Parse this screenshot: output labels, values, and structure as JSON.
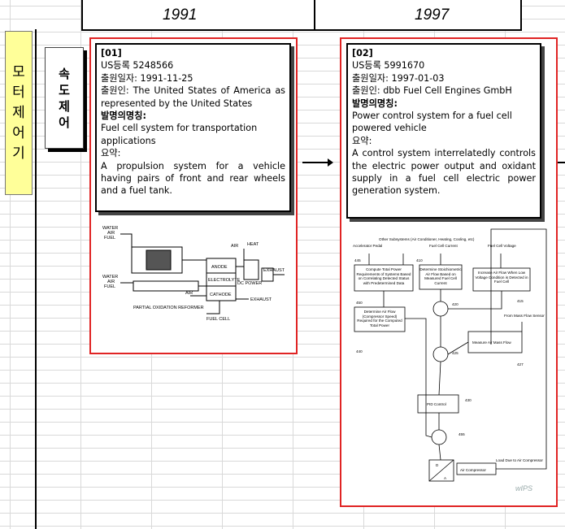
{
  "timeline": {
    "years": [
      "1991",
      "1997"
    ]
  },
  "category": {
    "main": [
      "모",
      "터",
      "제",
      "어",
      "기"
    ],
    "sub": [
      "속",
      "도",
      "제",
      "어"
    ]
  },
  "patents": [
    {
      "id": "[01]",
      "reg": "US등록  5248566",
      "date": "출원일자: 1991-11-25",
      "applicant": "출원인: The United States of America as represented by the United States",
      "title_label": "발명의명칭:",
      "title": "Fuel cell system for transportation applications",
      "abstract_label": "요약:",
      "abstract": "A propulsion system for a vehicle having pairs of front and rear wheels and a fuel tank.",
      "fig": {
        "labels": [
          "WATER",
          "AIR",
          "FUEL",
          "PARTIAL OXIDATION REFORMER",
          "ANODE",
          "ELECTROLYTE",
          "CATHODE",
          "FUEL CELL",
          "DC POWER",
          "AIR",
          "HEAT",
          "EXHAUST",
          "EXHAUST",
          "AIR"
        ]
      }
    },
    {
      "id": "[02]",
      "reg": "US등록  5991670",
      "date": "출원일자: 1997-01-03",
      "applicant": "출원인: dbb Fuel Cell Engines GmbH",
      "title_label": "발명의명칭:",
      "title": "Power control system for a fuel cell powered vehicle",
      "abstract_label": "요약:",
      "abstract": "A control system interrelatedly controls the electric power output and oxidant supply in a fuel cell electric power generation system.",
      "fig": {
        "top_inputs": [
          "Accelerator Pedal",
          "Other Subsystems (Air Conditioner, Heating, Cooling, etc)",
          "Fuel Cell Current",
          "Fuel Cell Voltage"
        ],
        "b445": "Compute Total Power Requirements of Systems Based on Correlating Detected Status with Predetermined Data",
        "b410": "Determine Stoichiometric Air Flow Based on Measured Fuel Cell Current",
        "b415": "Increase Air Flow When Low Voltage Condition is Detected in Fuel Cell",
        "b450": "Determine Air Flow (Compressor Speed) Required for the Computed Total Power",
        "b427": "Measure Air Mass Flow",
        "b430": "PID Control",
        "from_mass": "From Mass Flow Sensor",
        "load": "Load Due to Air Compressor",
        "compressor": "Air Compressor",
        "nums": [
          "445",
          "410",
          "415",
          "450",
          "420",
          "425",
          "427",
          "430",
          "440",
          "455"
        ],
        "da": [
          "D",
          "A"
        ],
        "watermark": "wIPS"
      }
    }
  ]
}
